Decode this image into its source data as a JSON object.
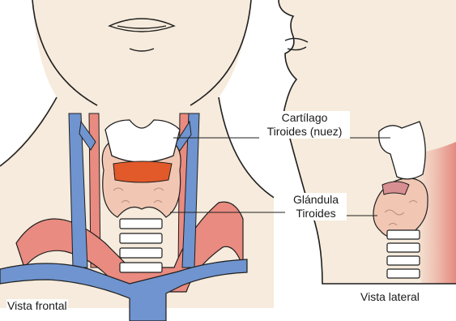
{
  "labels": {
    "thyroid_cartilage": {
      "line1": "Cartílago",
      "line2": "Tiroides (nuez)"
    },
    "thyroid_gland": {
      "line1": "Glándula",
      "line2": "Tiroides"
    },
    "front_view": "Vista frontal",
    "side_view": "Vista lateral"
  },
  "colors": {
    "skin": "#f6ebdc",
    "outline": "#1f1f1f",
    "vein": "#6f94cf",
    "artery": "#e98b80",
    "cartilage": "#ffffff",
    "cricoid_band": "#e2592a",
    "gland": "#f1c7b4",
    "gland_dark": "#d88f92"
  }
}
